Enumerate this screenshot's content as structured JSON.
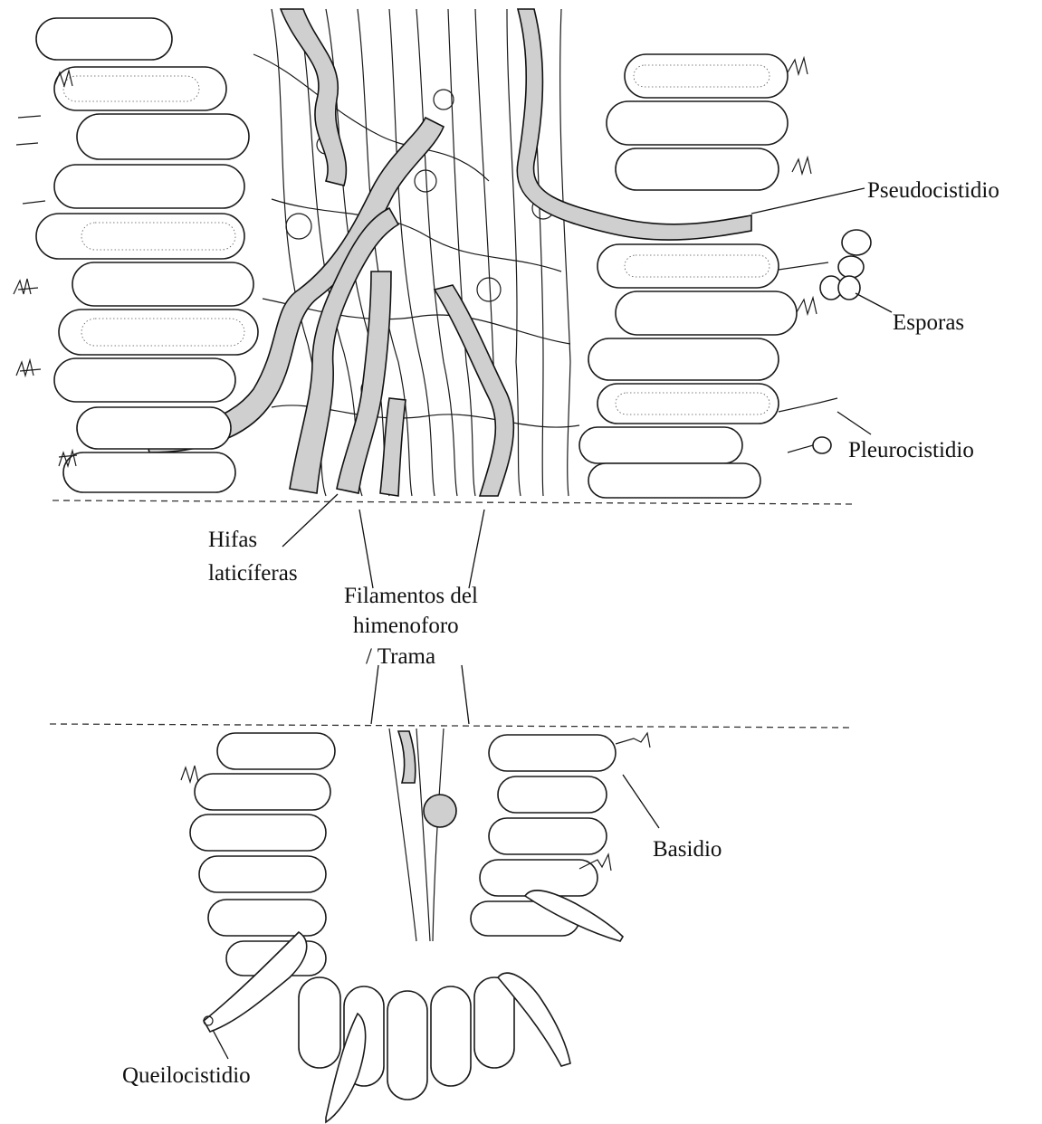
{
  "labels": {
    "pseudocistidio": "Pseudocistidio",
    "esporas": "Esporas",
    "pleurocistidio": "Pleurocistidio",
    "hifas_line1": "Hifas",
    "hifas_line2": "laticíferas",
    "filamentos_line1": "Filamentos del",
    "filamentos_line2": "himenoforo",
    "filamentos_line3": "/ Trama",
    "basidio": "Basidio",
    "queilocistidio": "Queilocistidio"
  }
}
